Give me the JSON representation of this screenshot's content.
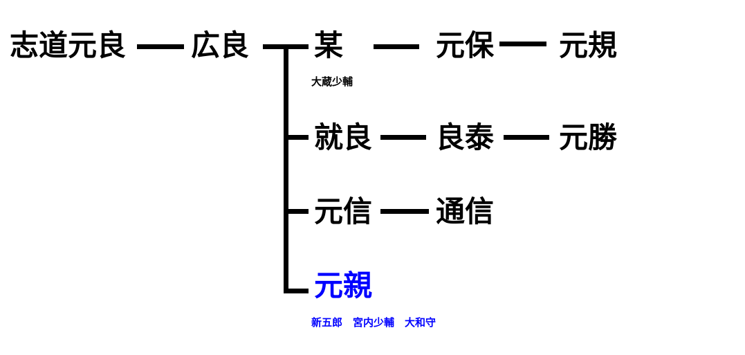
{
  "colors": {
    "text": "#000000",
    "highlight": "#0000ff",
    "line": "#000000"
  },
  "tree": {
    "root": "志道元良",
    "gen2": "広良",
    "children": [
      {
        "name": "某",
        "note": "大蔵少輔",
        "descendants": [
          "元保",
          "元規"
        ]
      },
      {
        "name": "就良",
        "descendants": [
          "良泰",
          "元勝"
        ]
      },
      {
        "name": "元信",
        "descendants": [
          "通信"
        ]
      },
      {
        "name": "元親",
        "note": "新五郎　宮内少輔　大和守",
        "highlighted": true
      }
    ]
  }
}
